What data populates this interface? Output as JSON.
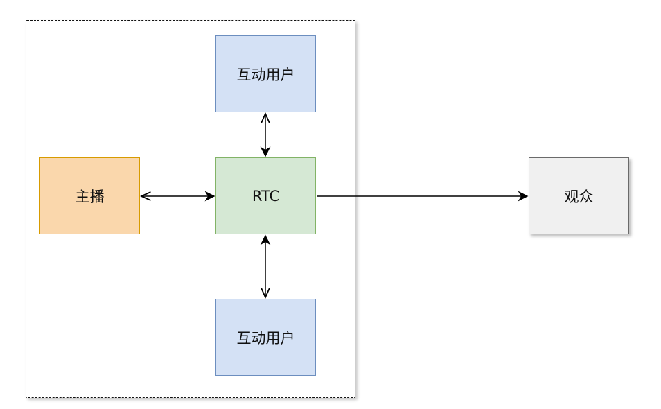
{
  "diagram": {
    "group": {},
    "nodes": {
      "top_user": "互动用户",
      "rtc": "RTC",
      "bottom_user": "互动用户",
      "anchor": "主播",
      "audience": "观众"
    },
    "colors": {
      "blue_fill": "#d4e1f5",
      "blue_stroke": "#6c8ebf",
      "green_fill": "#d5e8d4",
      "green_stroke": "#82b366",
      "orange_fill": "#fad7ac",
      "orange_stroke": "#d79b00",
      "gray_fill": "#f0f0f0",
      "gray_stroke": "#6a6a6a",
      "edge": "#000000"
    }
  }
}
